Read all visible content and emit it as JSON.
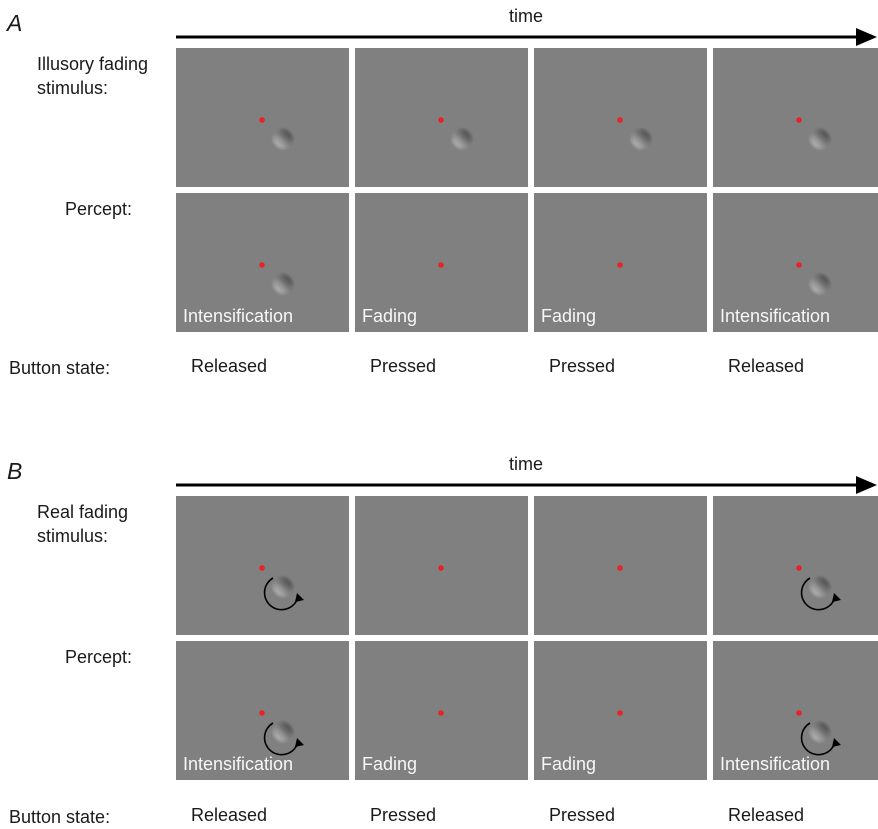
{
  "panels": [
    {
      "letter": "A",
      "axis_label": "time",
      "stimulus_label_lines": [
        "Illusory fading",
        "stimulus:"
      ],
      "percept_label": "Percept:",
      "button_state_label": "Button state:",
      "stimulus_type": "illusory",
      "frames": [
        {
          "stimulus_patch": true,
          "percept_patch": true,
          "percept_text": "Intensification",
          "button_state": "Released"
        },
        {
          "stimulus_patch": true,
          "percept_patch": false,
          "percept_text": "Fading",
          "button_state": "Pressed"
        },
        {
          "stimulus_patch": true,
          "percept_patch": false,
          "percept_text": "Fading",
          "button_state": "Pressed"
        },
        {
          "stimulus_patch": true,
          "percept_patch": true,
          "percept_text": "Intensification",
          "button_state": "Released"
        }
      ]
    },
    {
      "letter": "B",
      "axis_label": "time",
      "stimulus_label_lines": [
        "Real fading",
        "stimulus:"
      ],
      "percept_label": "Percept:",
      "button_state_label": "Button state:",
      "stimulus_type": "real",
      "frames": [
        {
          "stimulus_patch": true,
          "percept_patch": true,
          "percept_text": "Intensification",
          "button_state": "Released"
        },
        {
          "stimulus_patch": false,
          "percept_patch": false,
          "percept_text": "Fading",
          "button_state": "Pressed"
        },
        {
          "stimulus_patch": false,
          "percept_patch": false,
          "percept_text": "Fading",
          "button_state": "Pressed"
        },
        {
          "stimulus_patch": true,
          "percept_patch": true,
          "percept_text": "Intensification",
          "button_state": "Released"
        }
      ]
    }
  ],
  "colors": {
    "background": "#ffffff",
    "frame_gray": "#808080",
    "fixation_dot": "#e8212b",
    "text": "#1a1a1a",
    "percept_text": "#f7f7f7"
  },
  "icons": {
    "fixation": "fixation-dot-icon",
    "patch": "gabor-patch-icon",
    "rotation": "rotation-arrow-icon",
    "time_axis": "time-arrow-icon"
  }
}
